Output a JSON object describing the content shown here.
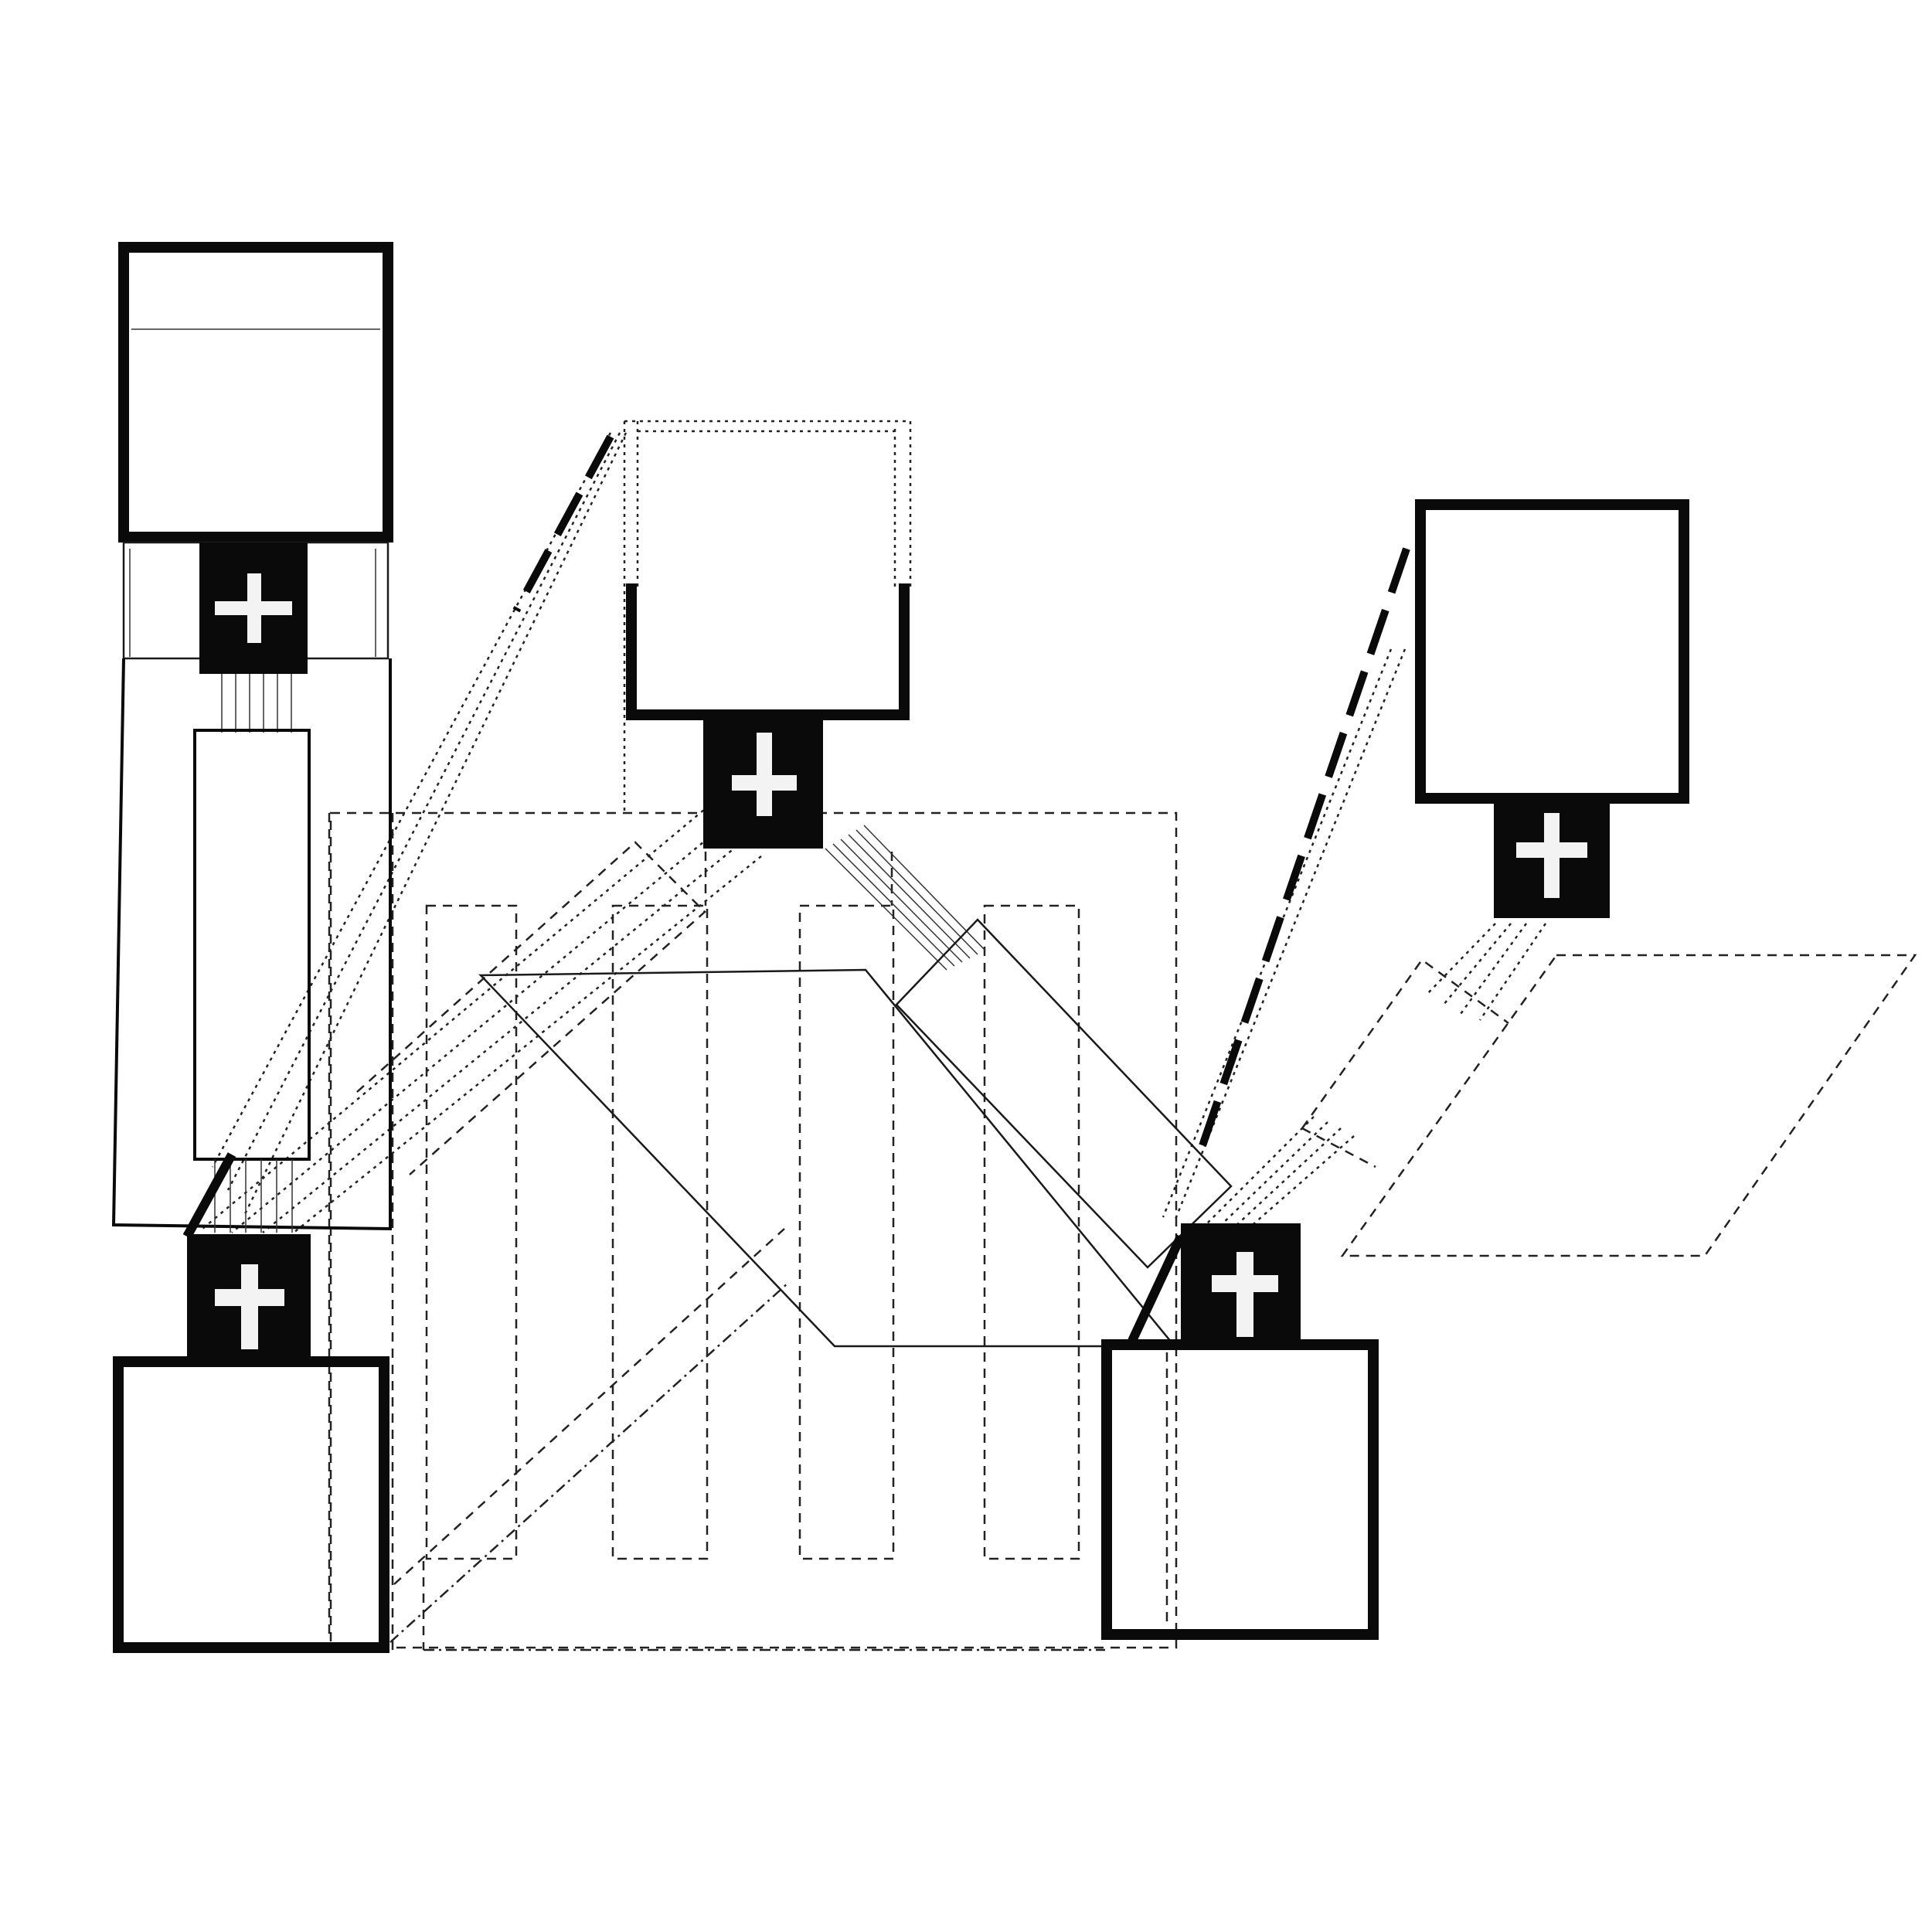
{
  "colors": {
    "ink": "#0a0a0a",
    "paper": "#ffffff",
    "cross_fill": "#f3f3f3"
  },
  "icons": [
    "cross-icon"
  ],
  "units": [
    "unit-top-left",
    "unit-bottom-left",
    "unit-top-center",
    "unit-top-right",
    "unit-bottom-right"
  ]
}
